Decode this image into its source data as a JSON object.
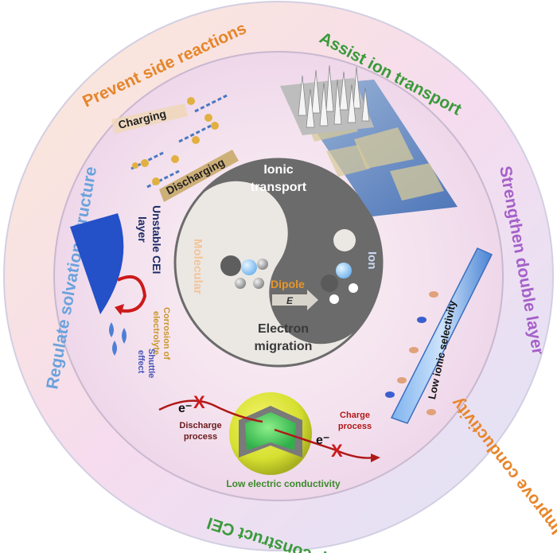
{
  "outer_labels": {
    "prevent": "Prevent  side reactions",
    "assist": "Assist ion transport",
    "strengthen": "Strengthen double layer",
    "improve": "Improve conductivity",
    "help": "Help construct CEI",
    "regulate": "Regulate solvation structure"
  },
  "center": {
    "ionic_line1": "Ionic",
    "ionic_line2": "transport",
    "molecular": "Molecular",
    "ion": "Ion",
    "dipole": "Dipole",
    "e_field": "E",
    "electron_line1": "Electron",
    "electron_line2": "migration"
  },
  "side_reactions": {
    "charging": "Charging",
    "discharging": "Discharging"
  },
  "cei": {
    "unstable_line1": "Unstable CEI",
    "unstable_line2": "layer",
    "corrosion_line1": "Corrosion of",
    "corrosion_line2": "electrolyte",
    "shuttle_line1": "Shuttle",
    "shuttle_line2": "effect"
  },
  "double_layer": {
    "low_selectivity": "Low ionic selectivity"
  },
  "conductivity": {
    "e_minus": "e⁻",
    "discharge_line1": "Discharge",
    "discharge_line2": "process",
    "charge_line1": "Charge",
    "charge_line2": "process",
    "low_conductivity": "Low electric conductivity",
    "block_mark": "X"
  },
  "colors": {
    "prevent": "#e6852a",
    "assist": "#3a9a3a",
    "strengthen": "#a560c8",
    "improve": "#e8862a",
    "help": "#3a9a3a",
    "regulate": "#6aa2dc",
    "yin_dark": "#6b6b6b",
    "yin_light": "#ebe8e4",
    "red": "#cc1a1a"
  }
}
